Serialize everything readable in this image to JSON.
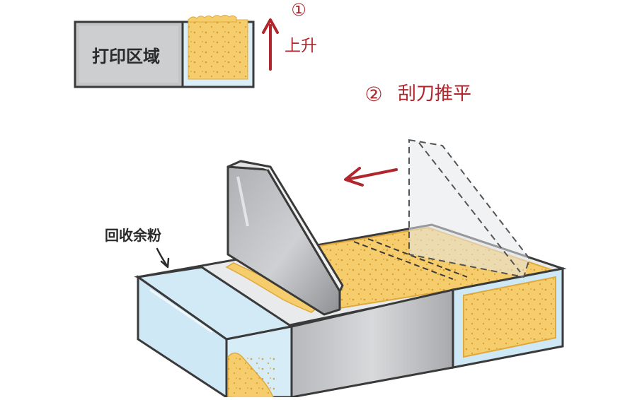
{
  "labels": {
    "print_area": "打印区域",
    "step1_number": "①",
    "step1_text": "上升",
    "step2_number": "②",
    "step2_text": "刮刀推平",
    "recycle_powder": "回收余粉"
  },
  "colors": {
    "powder": "#f6cd6c",
    "powder_edge": "#e0a93c",
    "powder_dot": "#d99a2e",
    "metal": "#c9cacc",
    "metal_dark": "#9a9b9e",
    "glass": "#cfe8f5",
    "outline": "#3a3a3a",
    "arrow_red": "#b0262c"
  },
  "icons": [
    "up-arrow-icon",
    "left-arrow-icon",
    "pointer-arrow-icon"
  ]
}
